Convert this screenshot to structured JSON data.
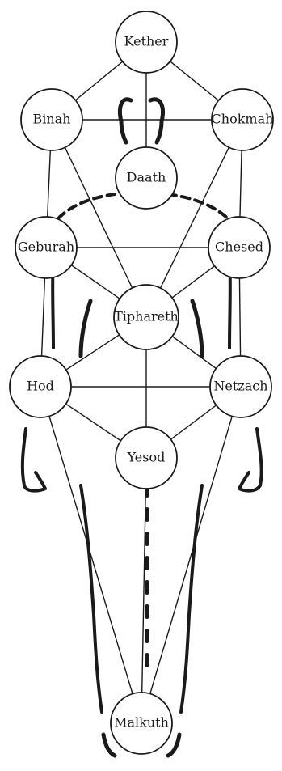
{
  "diagram": {
    "nodes": [
      {
        "id": "kether",
        "label": "Kether"
      },
      {
        "id": "binah",
        "label": "Binah"
      },
      {
        "id": "chokmah",
        "label": "Chokmah"
      },
      {
        "id": "daath",
        "label": "Daath"
      },
      {
        "id": "geburah",
        "label": "Geburah"
      },
      {
        "id": "chesed",
        "label": "Chesed"
      },
      {
        "id": "tiphareth",
        "label": "Tiphareth"
      },
      {
        "id": "hod",
        "label": "Hod"
      },
      {
        "id": "netzach",
        "label": "Netzach"
      },
      {
        "id": "yesod",
        "label": "Yesod"
      },
      {
        "id": "malkuth",
        "label": "Malkuth"
      }
    ],
    "edges": [
      [
        "kether",
        "binah"
      ],
      [
        "kether",
        "chokmah"
      ],
      [
        "kether",
        "daath"
      ],
      [
        "binah",
        "chokmah"
      ],
      [
        "binah",
        "geburah"
      ],
      [
        "binah",
        "tiphareth"
      ],
      [
        "chokmah",
        "chesed"
      ],
      [
        "chokmah",
        "tiphareth"
      ],
      [
        "geburah",
        "chesed"
      ],
      [
        "geburah",
        "tiphareth"
      ],
      [
        "geburah",
        "hod"
      ],
      [
        "chesed",
        "tiphareth"
      ],
      [
        "chesed",
        "netzach"
      ],
      [
        "tiphareth",
        "hod"
      ],
      [
        "tiphareth",
        "netzach"
      ],
      [
        "tiphareth",
        "yesod"
      ],
      [
        "hod",
        "netzach"
      ],
      [
        "hod",
        "yesod"
      ],
      [
        "hod",
        "malkuth"
      ],
      [
        "netzach",
        "yesod"
      ],
      [
        "netzach",
        "malkuth"
      ],
      [
        "yesod",
        "malkuth"
      ]
    ],
    "colors": {
      "ink": "#1a1a1a",
      "paper": "#ffffff"
    }
  }
}
